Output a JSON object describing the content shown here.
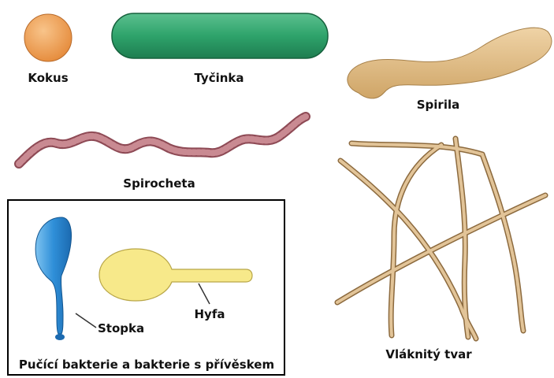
{
  "labels": {
    "coccus": "Kokus",
    "rod": "Tyčinka",
    "spirillum": "Spirila",
    "spirochete": "Spirocheta",
    "filamentous": "Vláknitý tvar",
    "stalk": "Stopka",
    "hypha": "Hyfa",
    "box_caption": "Pučící bakterie a bakterie s přívěskem"
  },
  "colors": {
    "coccus": "#F2A65A",
    "rod": "#2EA36B",
    "spirillum": "#E2BE86",
    "spirochete": "#B87078",
    "filament": "#D9B685",
    "budding_blue": "#2F8FD8",
    "hypha_yellow": "#F7E98A"
  }
}
